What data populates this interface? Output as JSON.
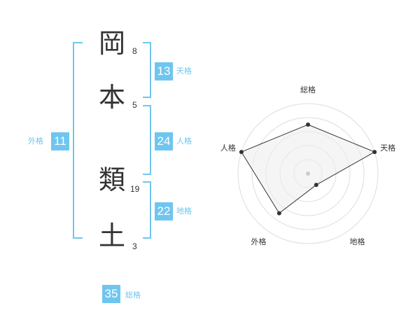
{
  "name": {
    "chars": [
      {
        "char": "岡",
        "strokes": "8"
      },
      {
        "char": "本",
        "strokes": "5"
      },
      {
        "char": "類",
        "strokes": "19"
      },
      {
        "char": "土",
        "strokes": "3"
      }
    ]
  },
  "fortunes": {
    "tenkaku": {
      "value": "13",
      "label": "天格"
    },
    "jinkaku": {
      "value": "24",
      "label": "人格"
    },
    "chikaku": {
      "value": "22",
      "label": "地格"
    },
    "gaikaku": {
      "value": "11",
      "label": "外格"
    },
    "soukaku": {
      "value": "35",
      "label": "総格"
    }
  },
  "colors": {
    "accent": "#6ec6f0",
    "text": "#333333",
    "grid": "#dddddd",
    "area": "#eeeeee"
  },
  "chart_data": {
    "type": "radar",
    "axes": [
      "総格",
      "天格",
      "地格",
      "外格",
      "人格"
    ],
    "values": [
      3.5,
      5,
      1,
      3.5,
      5
    ],
    "max": 5,
    "rings": 5
  }
}
